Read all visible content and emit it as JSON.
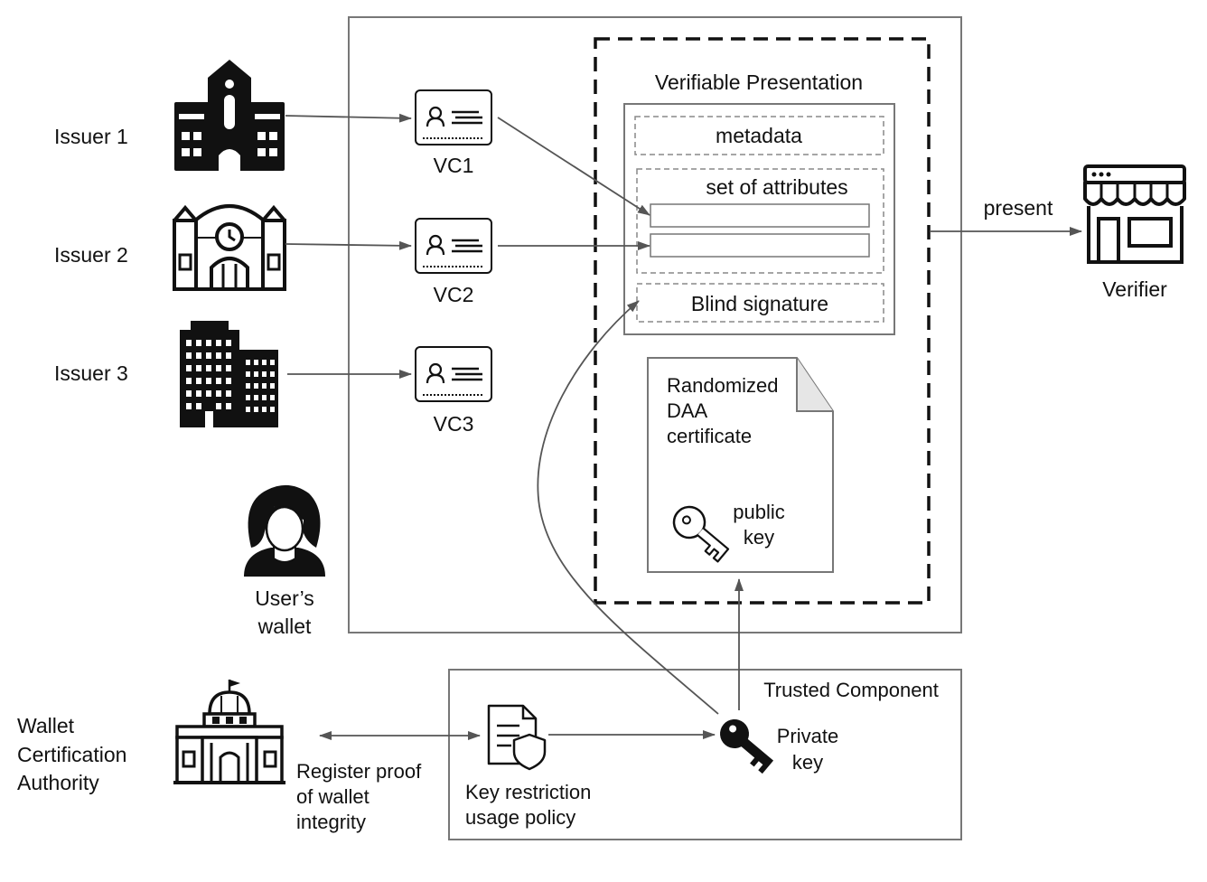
{
  "issuers": [
    {
      "label": "Issuer 1",
      "icon": "university-building-icon"
    },
    {
      "label": "Issuer 2",
      "icon": "station-building-icon"
    },
    {
      "label": "Issuer 3",
      "icon": "office-buildings-icon"
    }
  ],
  "credentials": [
    {
      "label": "VC1",
      "icon": "id-card-icon"
    },
    {
      "label": "VC2",
      "icon": "id-card-icon"
    },
    {
      "label": "VC3",
      "icon": "id-card-icon"
    }
  ],
  "wallet": {
    "label_line1": "User’s",
    "label_line2": "wallet",
    "icon": "user-avatar-icon"
  },
  "presentation": {
    "title": "Verifiable Presentation",
    "metadata": "metadata",
    "attributes": "set of attributes",
    "signature": "Blind signature"
  },
  "daa_certificate": {
    "line1": "Randomized",
    "line2": "DAA",
    "line3": "certificate",
    "key_line1": "public",
    "key_line2": "key",
    "icon": "public-key-icon"
  },
  "verifier": {
    "label": "Verifier",
    "arrow_label": "present",
    "icon": "storefront-icon"
  },
  "trusted_component": {
    "title": "Trusted Component",
    "policy_line1": "Key restriction",
    "policy_line2": "usage policy",
    "policy_icon": "shield-document-icon",
    "private_key_line1": "Private",
    "private_key_line2": "key",
    "private_key_icon": "private-key-icon"
  },
  "certification_authority": {
    "line1": "Wallet",
    "line2": "Certification",
    "line3": "Authority",
    "icon": "government-building-icon",
    "arrow_line1": "Register proof",
    "arrow_line2": "of wallet",
    "arrow_line3": "integrity"
  },
  "colors": {
    "stroke": "#111111",
    "box_border": "#777777",
    "arrow": "#555555"
  }
}
